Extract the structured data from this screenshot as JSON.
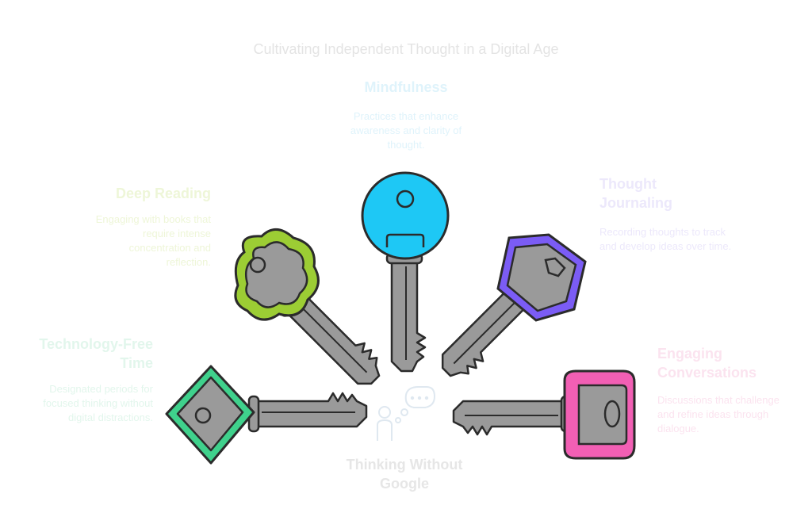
{
  "title": "Cultivating Independent Thought in a Digital Age",
  "center_label": "Thinking Without Google",
  "items": [
    {
      "id": "mindfulness",
      "heading": "Mindfulness",
      "description": "Practices that enhance awareness and clarity of thought.",
      "color": "#1ec8f5",
      "text_color": "#dff3fb"
    },
    {
      "id": "deep-reading",
      "heading": "Deep Reading",
      "description": "Engaging with books that require intense concentration and reflection.",
      "color": "#9ccd34",
      "text_color": "#eef6d8"
    },
    {
      "id": "thought-journaling",
      "heading": "Thought Journaling",
      "description": "Recording thoughts to track and develop ideas over time.",
      "color": "#7b5cf5",
      "text_color": "#ece8fb"
    },
    {
      "id": "technology-free-time",
      "heading": "Technology-Free Time",
      "description": "Designated periods for focused thinking without digital distractions.",
      "color": "#3fd18c",
      "text_color": "#e2f6ec"
    },
    {
      "id": "engaging-conversations",
      "heading": "Engaging Conversations",
      "description": "Discussions that challenge and refine ideas through dialogue.",
      "color": "#f25fb4",
      "text_color": "#fbe3ef"
    }
  ],
  "key_shaft_color": "#9a9a9a",
  "outline_color": "#2b2b2b",
  "center_icon": "person-thinking-icon"
}
